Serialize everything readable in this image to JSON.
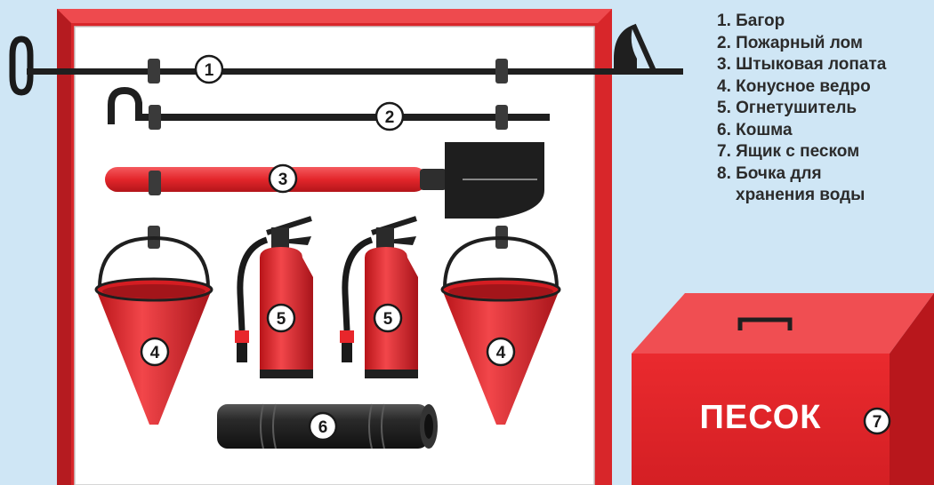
{
  "legend": {
    "items": [
      {
        "num": "1.",
        "label": "Багор"
      },
      {
        "num": "2.",
        "label": "Пожарный лом"
      },
      {
        "num": "3.",
        "label": "Штыковая лопата"
      },
      {
        "num": "4.",
        "label": "Конусное ведро"
      },
      {
        "num": "5.",
        "label": "Огнетушитель"
      },
      {
        "num": "6.",
        "label": "Кошма"
      },
      {
        "num": "7.",
        "label": "Ящик с песком"
      },
      {
        "num": "8.",
        "label": "Бочка для"
      }
    ],
    "item8_continuation": "хранения воды"
  },
  "markers": {
    "hook": "1",
    "crowbar": "2",
    "shovel": "3",
    "bucket_left": "4",
    "bucket_right": "4",
    "extinguisher_left": "5",
    "extinguisher_right": "5",
    "felt_roll": "6",
    "sand_box": "7"
  },
  "sand_box_label": "ПЕСОК",
  "colors": {
    "background": "#cfe6f5",
    "board_frame": "#d8262a",
    "board_inner": "#ffffff",
    "equipment_red": "#e8262b",
    "tool_dark": "#2a2a2a",
    "legend_text": "#2b2b2b"
  }
}
